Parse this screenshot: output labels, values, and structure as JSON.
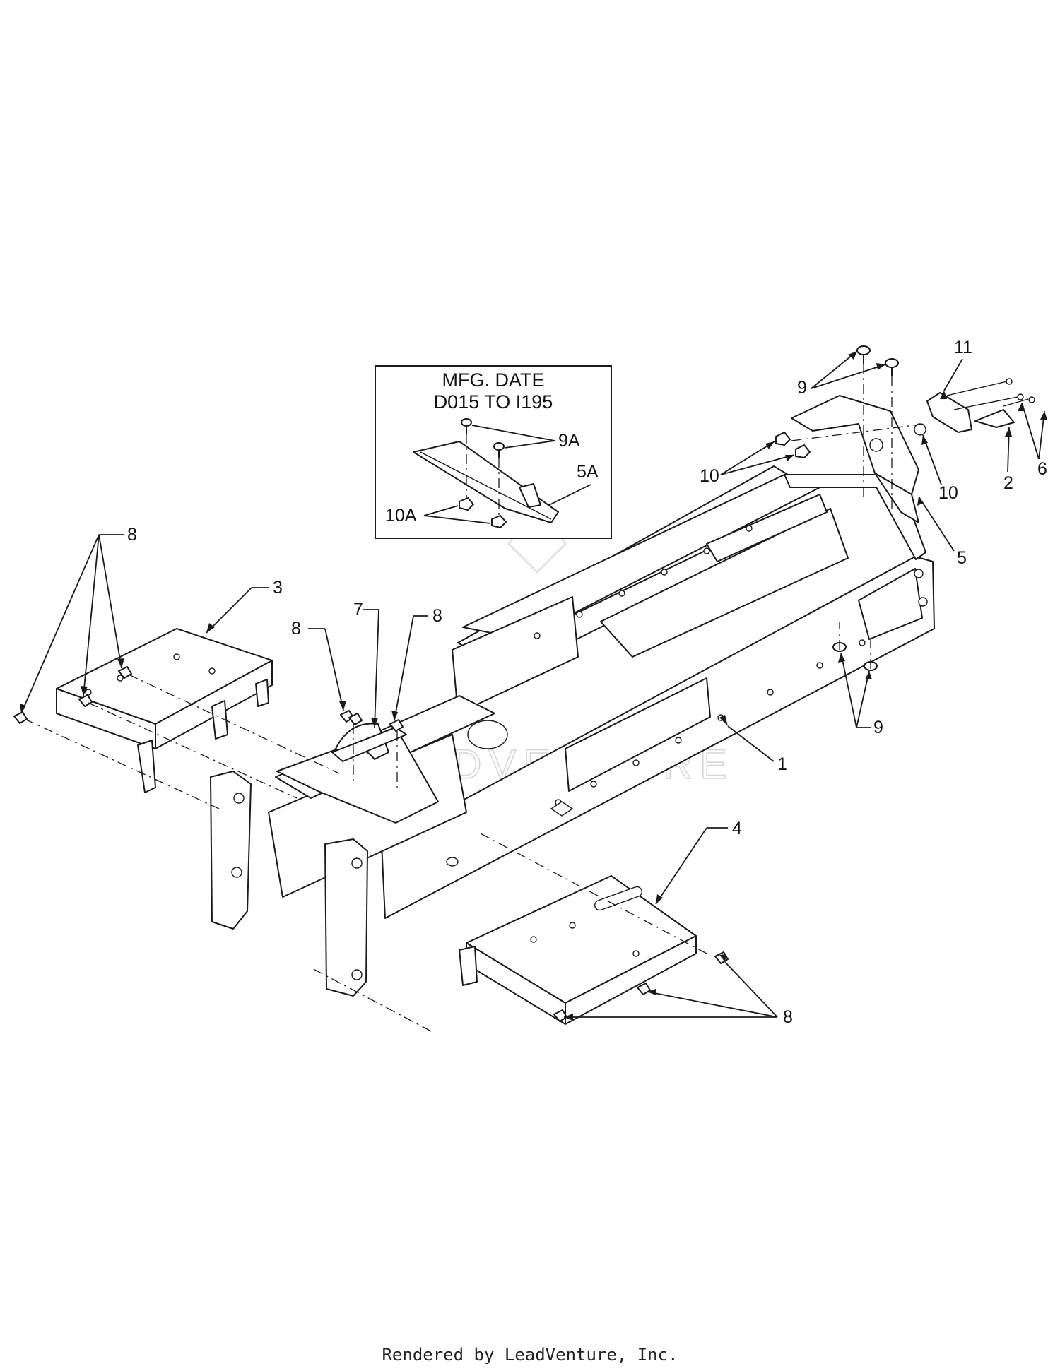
{
  "inset": {
    "title_line1": "MFG. DATE",
    "title_line2": "D015 TO I195",
    "callouts": [
      "9A",
      "5A",
      "10A"
    ]
  },
  "callouts": {
    "frame": "1",
    "latch": "2",
    "left_footrest": "3",
    "right_footrest": "4",
    "hitch_bracket": "5",
    "latch_bolts": "6",
    "strap": "7",
    "screws_left": "8",
    "screws_center": "8",
    "screws_right": "8",
    "carriage_bolts_top": "9",
    "carriage_bolts_bottom": "9",
    "nuts_left": "10",
    "nut_right": "10",
    "latch_plate": "11"
  },
  "watermark": "LEADVENTURE",
  "footer": "Rendered by LeadVenture, Inc."
}
